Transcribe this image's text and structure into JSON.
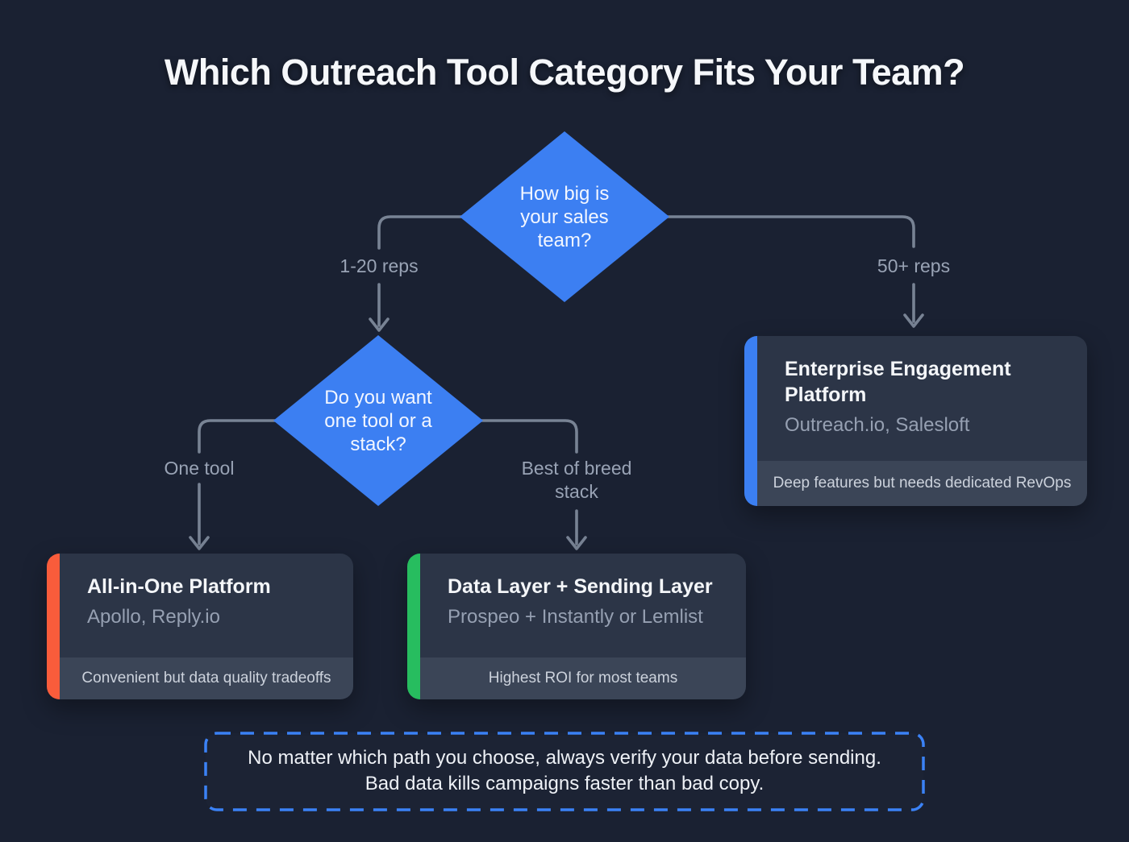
{
  "title": "Which Outreach Tool Category Fits Your Team?",
  "flow": {
    "decisions": [
      {
        "id": "team-size",
        "question": "How big is your sales team?"
      },
      {
        "id": "tool-or-stack",
        "question": "Do you want one tool or a stack?"
      }
    ],
    "branches": {
      "small_team": "1-20 reps",
      "large_team": "50+ reps",
      "one_tool": "One tool",
      "stack": "Best of breed stack"
    },
    "outcomes": [
      {
        "title": "All-in-One Platform",
        "examples": "Apollo, Reply.io",
        "note": "Convenient but data quality tradeoffs",
        "accent_color": "#f95c3b"
      },
      {
        "title": "Data Layer + Sending Layer",
        "examples": "Prospeo + Instantly or Lemlist",
        "note": "Highest ROI for most teams",
        "accent_color": "#27bd5f"
      },
      {
        "title": "Enterprise Engagement Platform",
        "examples": "Outreach.io, Salesloft",
        "note": "Deep features but needs dedicated RevOps",
        "accent_color": "#3b7ff2"
      }
    ]
  },
  "footer_note": {
    "line1": "No matter which path you choose, always verify your data before sending.",
    "line2": "Bad data kills campaigns faster than bad copy."
  },
  "colors": {
    "background": "#1a2132",
    "diamond": "#3c7ff2",
    "connector": "#8a94a6",
    "card_background": "#2c3547",
    "card_footer_strip": "#3e4859",
    "label_gray": "#99a3b5",
    "subtitle_gray": "#96a0b2",
    "note_border": "#3b82f6",
    "title_text": "#f5f7fa"
  }
}
